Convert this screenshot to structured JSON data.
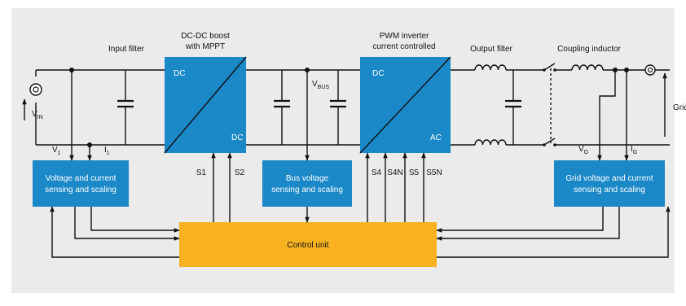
{
  "labels": {
    "input_filter": "Input filter",
    "dcdc_title_1": "DC-DC boost",
    "dcdc_title_2": "with MPPT",
    "inverter_title_1": "PWM inverter",
    "inverter_title_2": "current controlled",
    "output_filter": "Output filter",
    "coupling_inductor": "Coupling inductor",
    "grid": "Grid"
  },
  "converters": {
    "dcdc": {
      "top": "DC",
      "bottom": "DC"
    },
    "inverter": {
      "top": "DC",
      "bottom": "AC"
    }
  },
  "signals": {
    "v_in": {
      "main": "V",
      "sub": "IN"
    },
    "v1": {
      "main": "V",
      "sub": "1"
    },
    "i1": {
      "main": "I",
      "sub": "1"
    },
    "v_bus": {
      "main": "V",
      "sub": "BUS"
    },
    "v_g": {
      "main": "V",
      "sub": "G"
    },
    "i_g": {
      "main": "I",
      "sub": "G"
    }
  },
  "switches": {
    "s1": "S1",
    "s2": "S2",
    "s4": "S4",
    "s4n": "S4N",
    "s5": "S5",
    "s5n": "S5N"
  },
  "blocks": {
    "input_sensing": {
      "line1": "Voltage and current",
      "line2": "sensing and scaling"
    },
    "bus_sensing": {
      "line1": "Bus voltage",
      "line2": "sensing and scaling"
    },
    "grid_sensing": {
      "line1": "Grid voltage and current",
      "line2": "sensing and scaling"
    },
    "control_unit": "Control unit"
  },
  "colors": {
    "block_blue": "#1b88c8",
    "control_orange": "#f7b121",
    "background": "#ebebeb",
    "line": "#111111"
  }
}
